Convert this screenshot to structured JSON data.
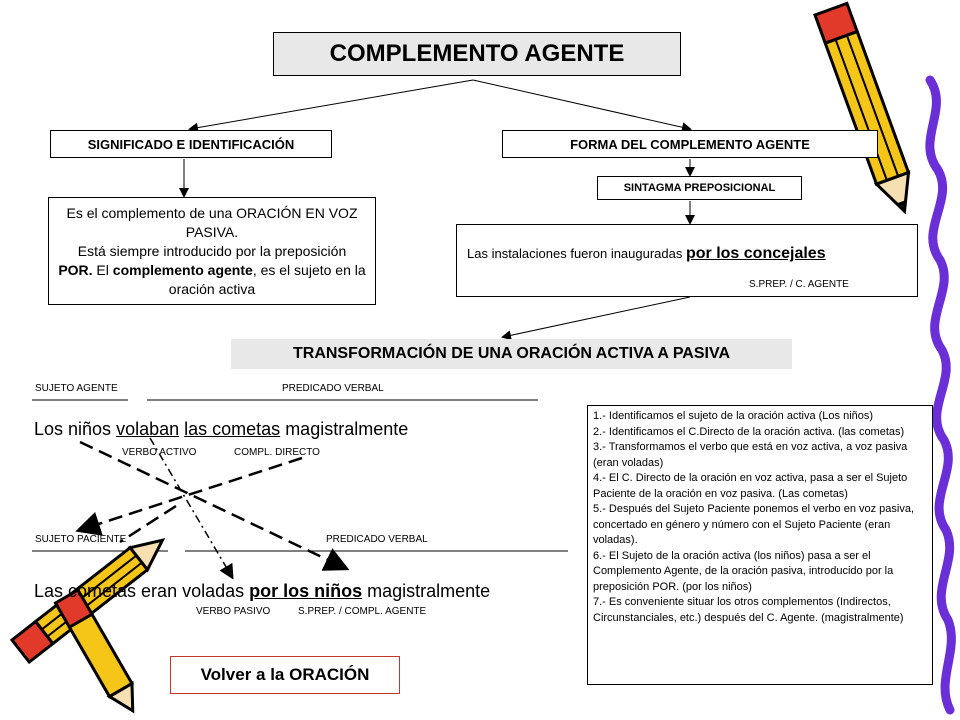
{
  "title": "COMPLEMENTO AGENTE",
  "significado": {
    "heading": "SIGNIFICADO E IDENTIFICACIÓN",
    "line1": "Es el complemento de una ORACIÓN EN VOZ PASIVA.",
    "line2": "Está siempre introducido por la preposición",
    "por": "POR.",
    "el": " El ",
    "ca": "complemento agente",
    "rest": ", es el sujeto en la oración activa"
  },
  "forma": {
    "heading": "FORMA DEL COMPLEMENTO AGENTE",
    "sintagma": "SINTAGMA PREPOSICIONAL",
    "example_plain": "Las instalaciones fueron inauguradas ",
    "example_agent": "por los concejales",
    "example_labels": "S.PREP.  / C. AGENTE"
  },
  "transform": {
    "heading": "TRANSFORMACIÓN DE UNA ORACIÓN  ACTIVA A PASIVA",
    "active_subject_label": "SUJETO AGENTE",
    "active_predicate_label": "PREDICADO VERBAL",
    "active": {
      "w1": "Los niños ",
      "verb": "volaban",
      "sp1": " ",
      "cd": "las cometas",
      "rest": " magistralmente"
    },
    "active_verb_label": "VERBO ACTIVO",
    "active_cd_label": "COMPL. DIRECTO",
    "passive_subject_label": "SUJETO PACIENTE",
    "passive_predicate_label": "PREDICADO VERBAL",
    "passive": {
      "w1": "Las cometas eran voladas ",
      "agent": "por los niños",
      "rest": " magistralmente"
    },
    "passive_verb_label": "VERBO PASIVO",
    "passive_agent_label": "S.PREP.  / COMPL. AGENTE"
  },
  "steps": [
    "1.- Identificamos el sujeto de la oración activa (Los niños)",
    "2.- Identificamos el C.Directo de la oración activa. (las cometas)",
    "3.- Transformamos el verbo que está en voz activa, a voz pasiva (eran  voladas)",
    "4.- El C. Directo de la oración en voz activa, pasa a ser el Sujeto Paciente de la oración en voz pasiva. (Las cometas)",
    "5.- Después del Sujeto Paciente ponemos el verbo en voz pasiva, concertado en género y número con el Sujeto Paciente (eran  voladas).",
    "6.- El Sujeto de la oración activa (los niños) pasa a ser el Complemento Agente, de la oración pasiva, introducido por la preposición POR. (por los niños)",
    "7.- Es conveniente situar los otros complementos (Indirectos, Circunstanciales,  etc.) después del C. Agente. (magistralmente)"
  ],
  "volver": "Volver a la ORACIÓN",
  "colors": {
    "pencil_body": "#f5c518",
    "pencil_outline": "#000000",
    "pencil_eraser": "#e23a2a",
    "purple_ribbon": "#6a2fd6",
    "volver_border": "#c0392b"
  },
  "icons": {
    "pencil_top": "pencil-icon",
    "pencil_bottom": "pencil-icon",
    "ribbon": "ribbon-icon"
  }
}
